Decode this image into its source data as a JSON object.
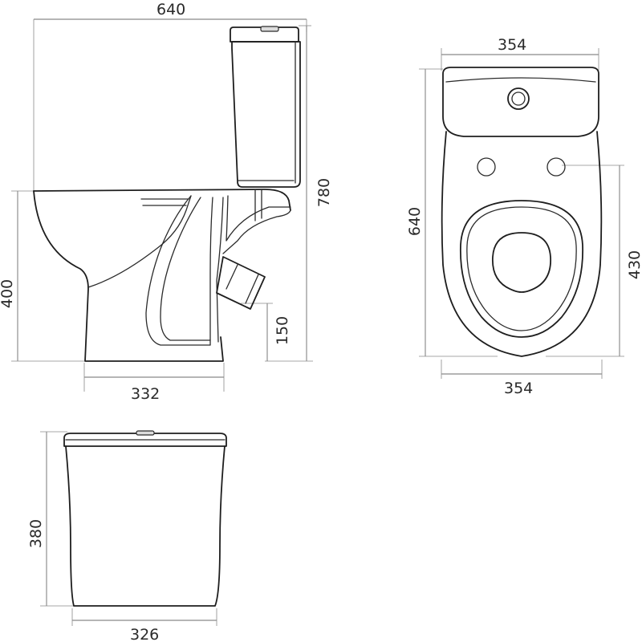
{
  "dimensions": {
    "side_overall_width": "640",
    "side_overall_height": "780",
    "side_bowl_height": "400",
    "side_outlet_height": "150",
    "side_base_width": "332",
    "top_tank_width": "354",
    "top_overall_length": "640",
    "top_hinge_distance": "430",
    "top_bowl_width": "354",
    "tank_height": "380",
    "tank_width": "326"
  }
}
